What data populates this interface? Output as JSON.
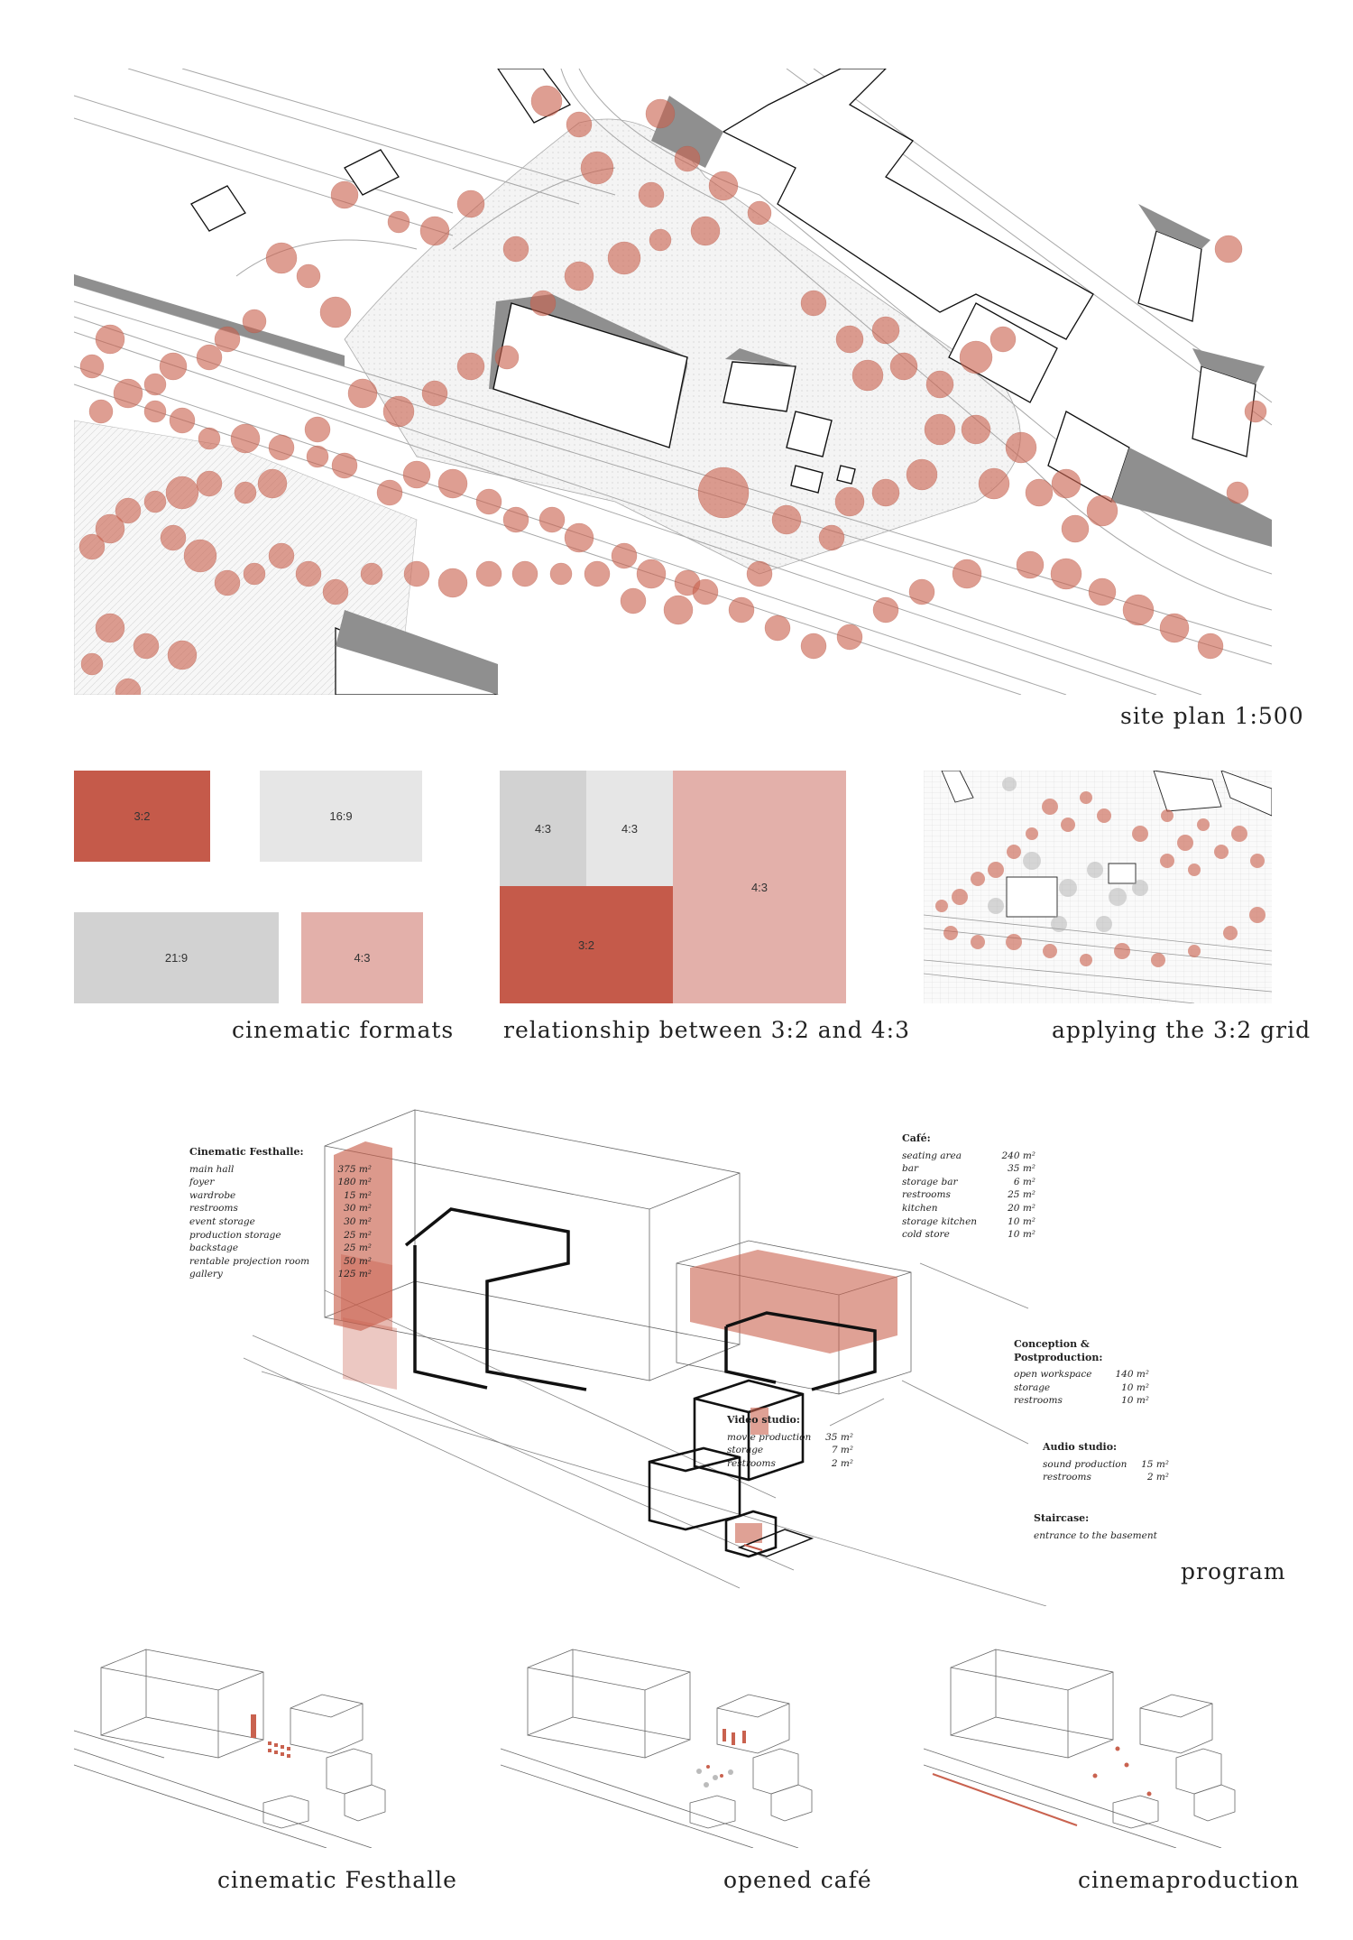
{
  "captions": {
    "site_plan": "site plan 1:500",
    "formats": "cinematic formats",
    "relationship": "relationship between 3:2 and 4:3",
    "grid": "applying the 3:2 grid",
    "program": "program",
    "festhalle": "cinematic Festhalle",
    "cafe_open": "opened café",
    "production": "cinemaproduction"
  },
  "formats": {
    "f32": "3:2",
    "f169": "16:9",
    "f219": "21:9",
    "f43": "4:3"
  },
  "relationship": {
    "a": "4:3",
    "b": "4:3",
    "c": "3:2",
    "d": "4:3"
  },
  "program": {
    "festhalle": {
      "title": "Cinematic Festhalle:",
      "rows": [
        {
          "name": "main hall",
          "area": "375 m²"
        },
        {
          "name": "foyer",
          "area": "180 m²"
        },
        {
          "name": "wardrobe",
          "area": "15 m²"
        },
        {
          "name": "restrooms",
          "area": "30 m²"
        },
        {
          "name": "event storage",
          "area": "30 m²"
        },
        {
          "name": "production storage",
          "area": "25 m²"
        },
        {
          "name": "backstage",
          "area": "25 m²"
        },
        {
          "name": "rentable projection room",
          "area": "50 m²"
        },
        {
          "name": "gallery",
          "area": "125 m²"
        }
      ]
    },
    "cafe": {
      "title": "Café:",
      "rows": [
        {
          "name": "seating area",
          "area": "240 m²"
        },
        {
          "name": "bar",
          "area": "35 m²"
        },
        {
          "name": "storage bar",
          "area": "6 m²"
        },
        {
          "name": "restrooms",
          "area": "25 m²"
        },
        {
          "name": "kitchen",
          "area": "20 m²"
        },
        {
          "name": "storage kitchen",
          "area": "10 m²"
        },
        {
          "name": "cold store",
          "area": "10 m²"
        }
      ]
    },
    "conception": {
      "title": "Conception & Postproduction:",
      "rows": [
        {
          "name": "open workspace",
          "area": "140 m²"
        },
        {
          "name": "storage",
          "area": "10 m²"
        },
        {
          "name": "restrooms",
          "area": "10 m²"
        }
      ]
    },
    "video": {
      "title": "Video studio:",
      "rows": [
        {
          "name": "movie production",
          "area": "35 m²"
        },
        {
          "name": "storage",
          "area": "7 m²"
        },
        {
          "name": "restrooms",
          "area": "2 m²"
        }
      ]
    },
    "audio": {
      "title": "Audio studio:",
      "rows": [
        {
          "name": "sound production",
          "area": "15 m²"
        },
        {
          "name": "restrooms",
          "area": "2 m²"
        }
      ]
    },
    "staircase": {
      "title": "Staircase:",
      "note": "entrance to the basement"
    }
  },
  "colors": {
    "accent_dark": "#c55a4a",
    "accent_light": "#e3b0aa",
    "tree": "#c9624f",
    "gray_light": "#e6e6e6",
    "gray_mid": "#d2d2d2",
    "shadow": "#8f8f8f"
  }
}
